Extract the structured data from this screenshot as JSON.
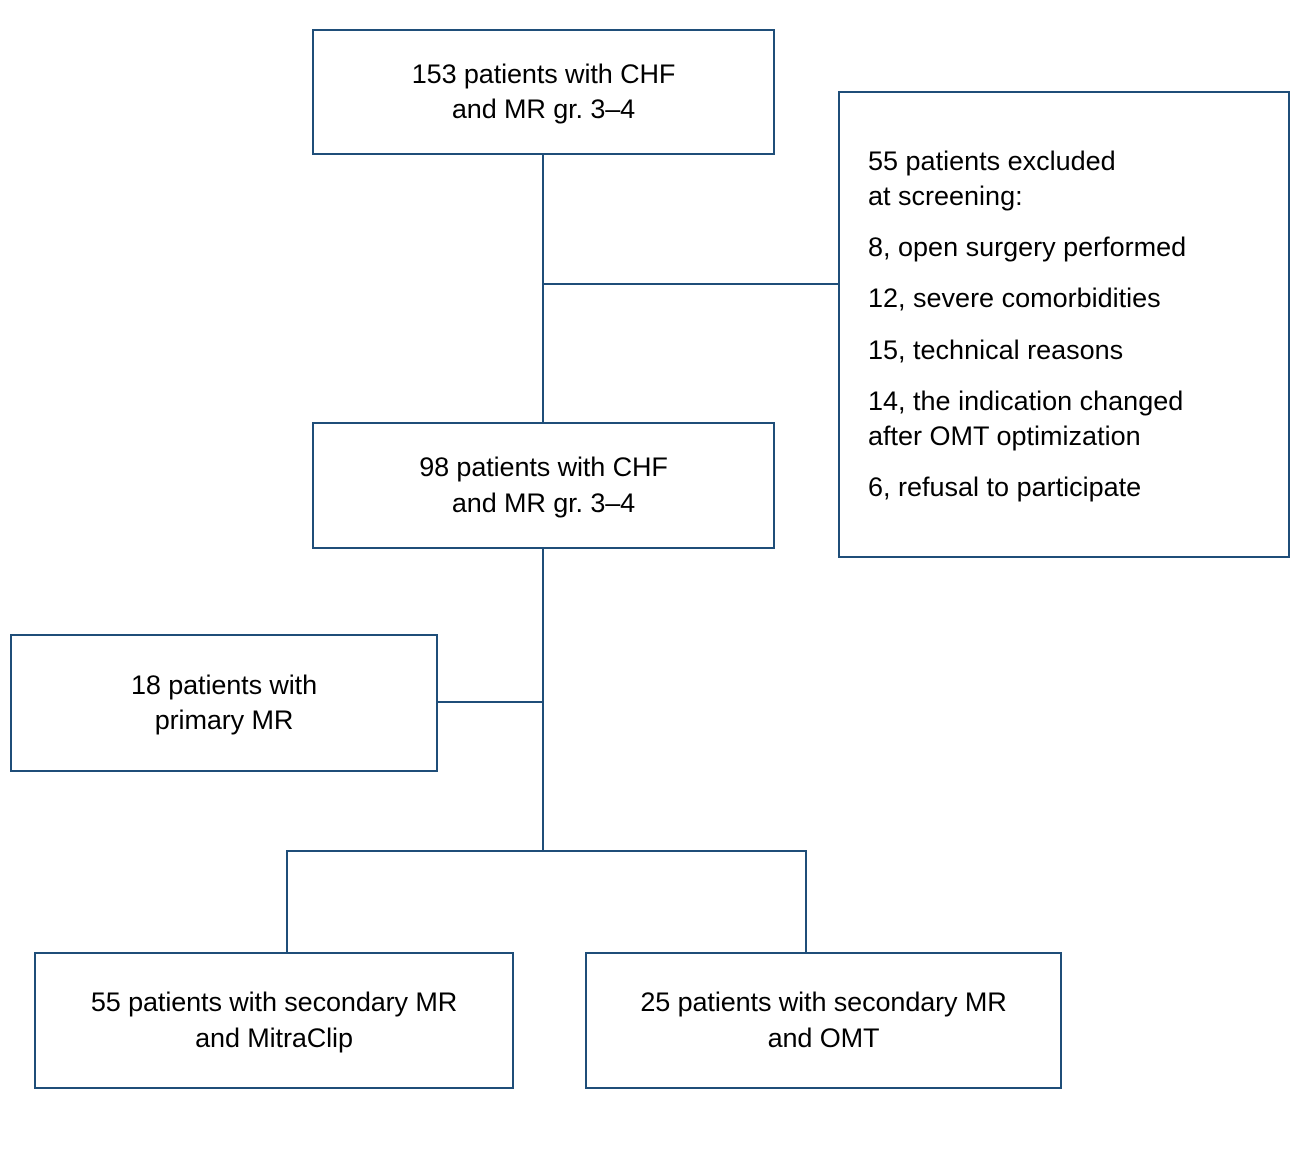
{
  "diagram": {
    "title": "Patient enrollment flow diagram",
    "accent_color": "#1F4E79",
    "background_color": "#FFFFFF",
    "text_color": "#000000"
  },
  "nodes": {
    "enrolled": {
      "label": "153 patients with CHF\nand MR gr. 3–4",
      "count": 153
    },
    "excluded": {
      "heading": "55 patients excluded\nat screening:",
      "count": 55,
      "reasons": [
        "8, open surgery performed",
        "12, severe comorbidities",
        "15, technical reasons",
        "14, the indication changed\nafter OMT optimization",
        "6, refusal to participate"
      ]
    },
    "screened": {
      "label": "98 patients with CHF\nand MR gr. 3–4",
      "count": 98
    },
    "primary_mr": {
      "label": "18 patients with\nprimary MR",
      "count": 18
    },
    "secondary_mitraclip": {
      "label": "55 patients with secondary MR\nand MitraClip",
      "count": 55
    },
    "secondary_omt": {
      "label": "25 patients with secondary MR\nand OMT",
      "count": 25
    }
  }
}
